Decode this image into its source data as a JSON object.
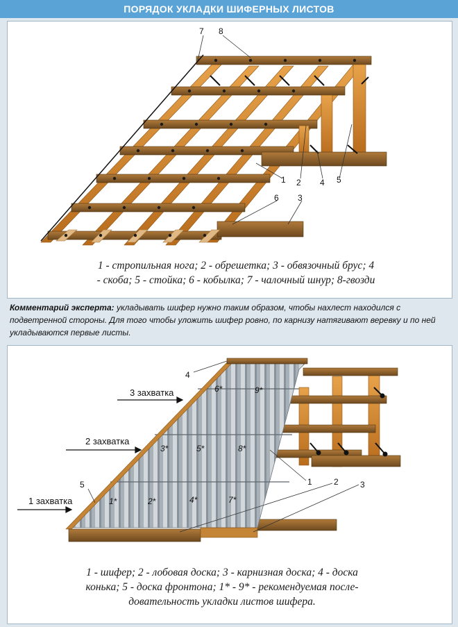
{
  "header": {
    "title": "ПОРЯДОК УКЛАДКИ ШИФЕРНЫХ ЛИСТОВ"
  },
  "top_diagram": {
    "callouts": [
      "1",
      "2",
      "3",
      "4",
      "5",
      "6",
      "7",
      "8"
    ],
    "caption_line1": "1 - стропильная нога; 2 - обрешетка;  3 - обвязочный брус; 4",
    "caption_line2": "- скоба; 5 - стойка; 6 - кобылка; 7 - чалочный шнур; 8-гвозди"
  },
  "comment": {
    "label": "Комментарий эксперта:",
    "text": " укладывать шифер нужно таким образом, чтобы нахлест находился с подветренной стороны. Для того чтобы уложить шифер ровно, по карнизу натягивают веревку и по ней укладываются первые листы."
  },
  "bottom_diagram": {
    "passes": [
      "1 захватка",
      "2 захватка",
      "3 захватка"
    ],
    "callouts": [
      "1",
      "2",
      "3",
      "4",
      "5"
    ],
    "sheets": [
      "1*",
      "2*",
      "3*",
      "4*",
      "5*",
      "6*",
      "7*",
      "8*",
      "9*"
    ],
    "caption_line1": "1 - шифер; 2 - лобовая доска; 3 - карнизная доска; 4 - доска",
    "caption_line2": "конька; 5 - доска фронтона; 1* - 9* - рекомендуемая после-",
    "caption_line3": "довательность укладки листов шифера."
  },
  "colors": {
    "header": "#5aa3d6",
    "wood": "#d98a2b",
    "slate": "#9aa3ab"
  }
}
